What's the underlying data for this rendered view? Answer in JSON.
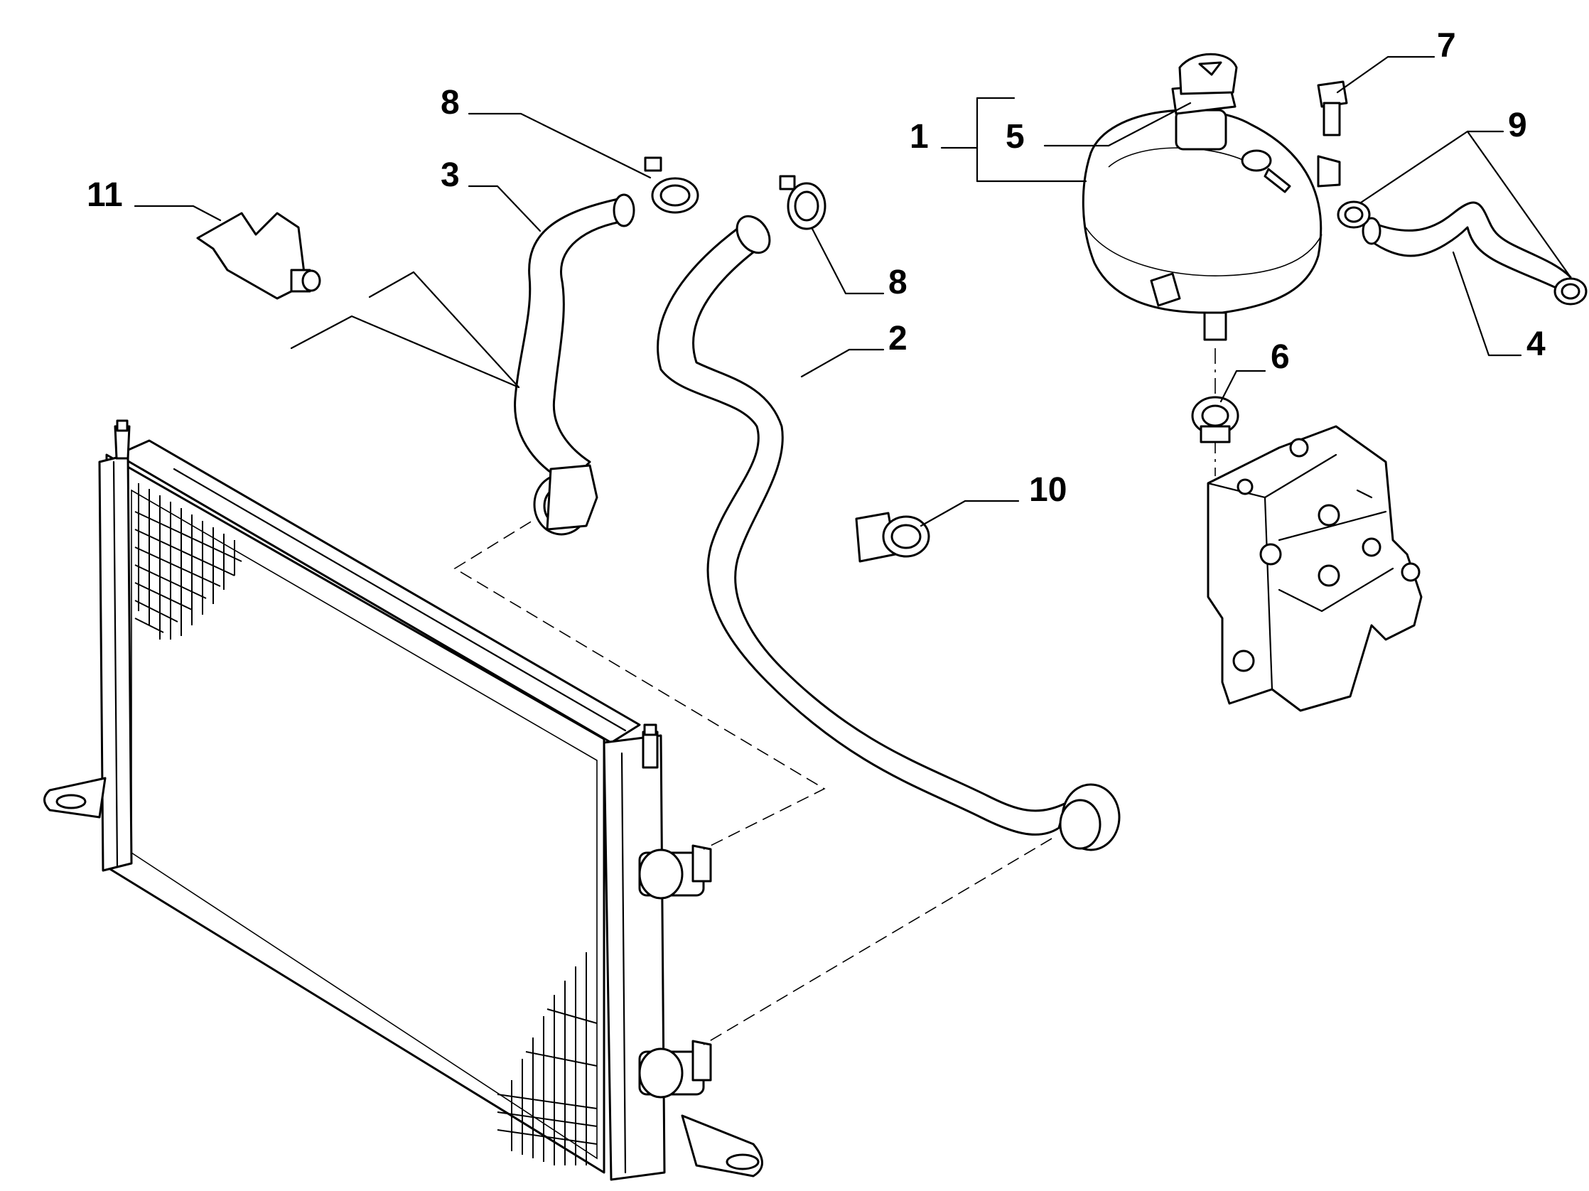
{
  "callouts": [
    {
      "id": "1",
      "text": "1"
    },
    {
      "id": "2",
      "text": "2"
    },
    {
      "id": "3",
      "text": "3"
    },
    {
      "id": "4",
      "text": "4"
    },
    {
      "id": "5",
      "text": "5"
    },
    {
      "id": "6",
      "text": "6"
    },
    {
      "id": "7",
      "text": "7"
    },
    {
      "id": "8a",
      "text": "8"
    },
    {
      "id": "8b",
      "text": "8"
    },
    {
      "id": "9",
      "text": "9"
    },
    {
      "id": "10",
      "text": "10"
    },
    {
      "id": "11",
      "text": "11"
    }
  ]
}
